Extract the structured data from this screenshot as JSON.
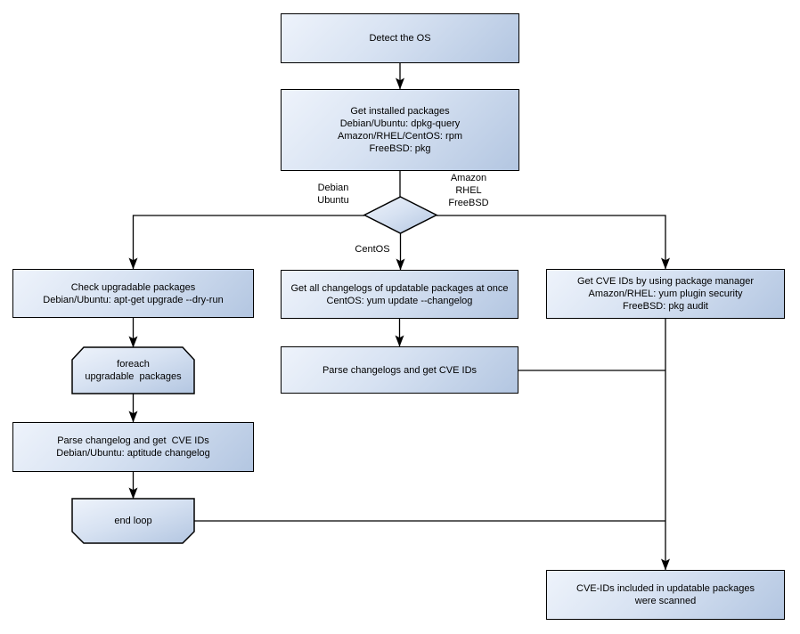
{
  "diagram_type": "flowchart",
  "nodes": {
    "detect_os": {
      "label": "Detect the OS",
      "shape": "rect"
    },
    "get_installed_packages": {
      "label": "Get installed packages\nDebian/Ubuntu: dpkg-query\nAmazon/RHEL/CentOS: rpm\nFreeBSD: pkg",
      "shape": "rect"
    },
    "os_decision": {
      "label": "",
      "shape": "diamond"
    },
    "check_upgradable_packages": {
      "label": "Check upgradable packages\nDebian/Ubuntu: apt-get upgrade --dry-run",
      "shape": "rect"
    },
    "foreach_loop_start": {
      "label": "foreach\nupgradable  packages",
      "shape": "loop-start"
    },
    "parse_changelog_debian": {
      "label": "Parse changelog and get  CVE IDs\nDebian/Ubuntu: aptitude changelog",
      "shape": "rect"
    },
    "end_loop": {
      "label": "end loop",
      "shape": "loop-end"
    },
    "get_all_changelogs": {
      "label": "Get all changelogs of updatable packages at once\nCentOS: yum update --changelog",
      "shape": "rect"
    },
    "parse_changelogs_centos": {
      "label": "Parse changelogs and get CVE IDs",
      "shape": "rect"
    },
    "get_cve_ids_package_manager": {
      "label": "Get CVE IDs by using package manager\nAmazon/RHEL: yum plugin security\nFreeBSD: pkg audit",
      "shape": "rect"
    },
    "scan_result": {
      "label": "CVE-IDs included in updatable packages\nwere scanned",
      "shape": "rect"
    }
  },
  "edge_labels": {
    "debian_branch": "Debian\nUbuntu",
    "amazon_branch": "Amazon\nRHEL\nFreeBSD",
    "centos_branch": "CentOS"
  },
  "colors": {
    "node_fill_light": "#eef3fb",
    "node_fill_dark": "#b3c6e1",
    "node_border": "#000000",
    "connector": "#000000",
    "text": "#000000",
    "background": "#ffffff"
  }
}
